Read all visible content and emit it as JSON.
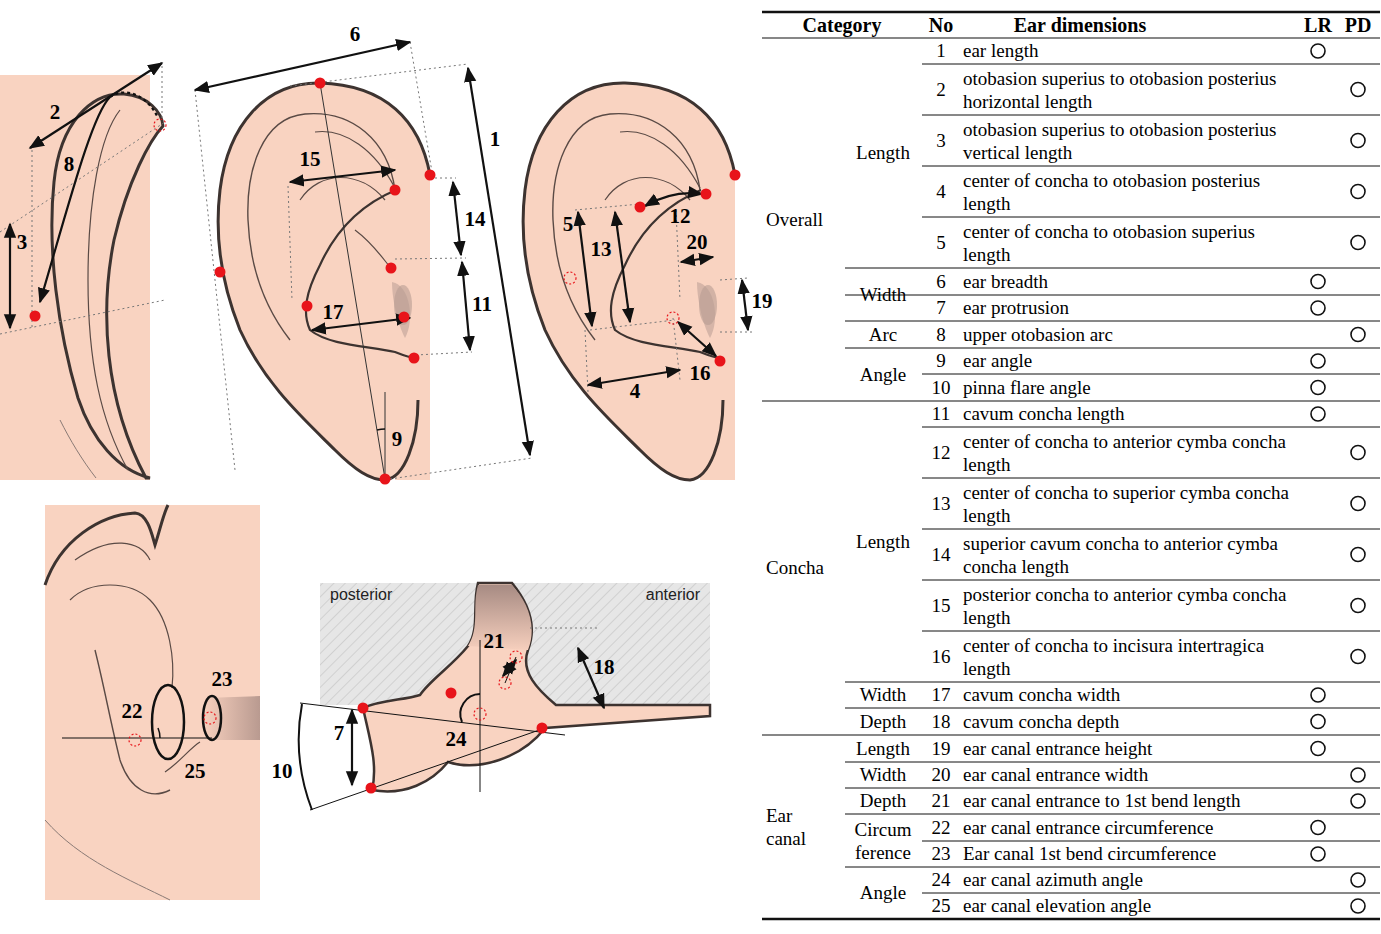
{
  "diagram": {
    "labels": [
      "2",
      "8",
      "3",
      "6",
      "1",
      "15",
      "14",
      "11",
      "17",
      "9",
      "5",
      "13",
      "12",
      "20",
      "19",
      "16",
      "4",
      "22",
      "23",
      "25",
      "posterior",
      "anterior",
      "21",
      "18",
      "24",
      "7",
      "10",
      "Category",
      "No",
      "Ear dimensions",
      "LR",
      "PD",
      "Overall",
      "Concha",
      "Ear canal",
      "Length",
      "Width",
      "Arc",
      "Angle",
      "Length",
      "Width",
      "Depth",
      "Length",
      "Width",
      "Depth",
      "Circum ference",
      "Angle",
      "1",
      "ear length",
      "2",
      "otobasion superius to otobasion posterius horizontal length",
      "3",
      "otobasion superius to otobasion posterius vertical length",
      "4",
      "center of concha to otobasion posterius length",
      "5",
      "center of concha to otobasion superius length",
      "6",
      "ear breadth",
      "7",
      "ear protrusion",
      "8",
      "upper otobasion arc",
      "9",
      "ear angle",
      "10",
      "pinna flare angle",
      "11",
      "cavum concha length",
      "12",
      "center of concha to anterior cymba concha length",
      "13",
      "center of concha to superior cymba concha length",
      "14",
      "superior cavum concha to anterior cymba concha length",
      "15",
      "posterior concha to anterior cymba concha length",
      "16",
      "center of concha to incisura intertragica length",
      "17",
      "cavum concha width",
      "18",
      "cavum concha depth",
      "19",
      "ear canal entrance height",
      "20",
      "ear canal entrance width",
      "21",
      "ear canal entrance to 1st bend length",
      "22",
      "ear canal entrance circumference",
      "23",
      "Ear canal 1st bend circumference",
      "24",
      "ear canal azimuth angle",
      "25",
      "ear canal elevation angle"
    ]
  }
}
